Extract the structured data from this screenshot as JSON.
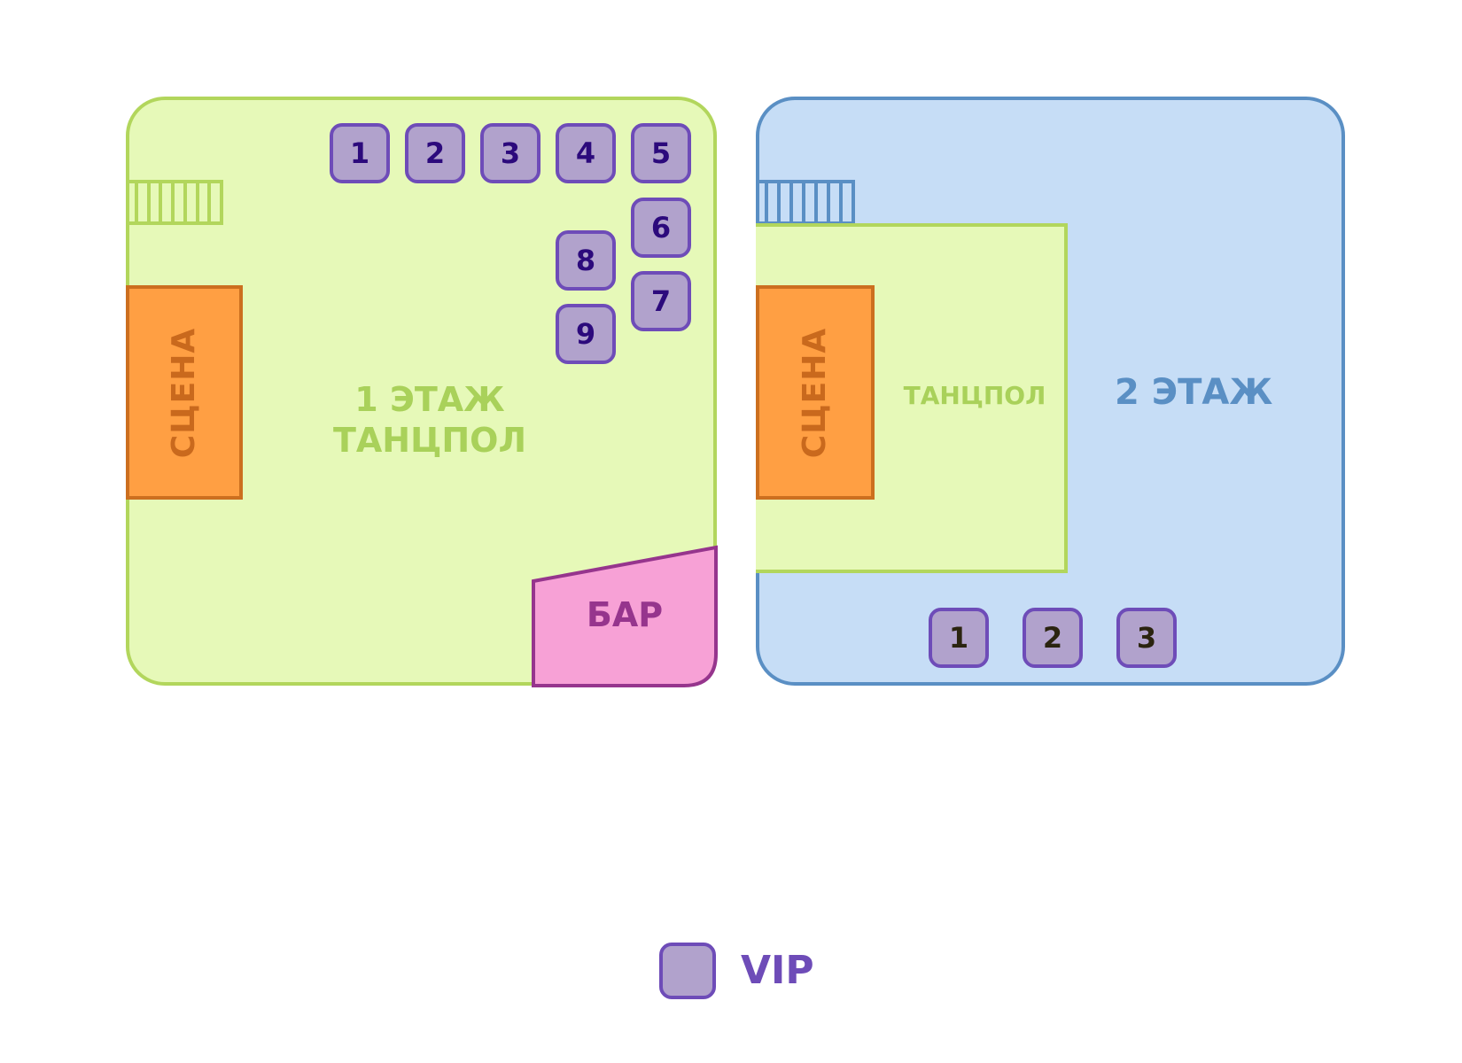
{
  "map": {
    "floor1": {
      "title_line1": "1 ЭТАЖ",
      "title_line2": "ТАНЦПОЛ",
      "stage_label": "СЦЕНА",
      "bar_label": "БАР",
      "vip_tables": [
        "1",
        "2",
        "3",
        "4",
        "5",
        "6",
        "7",
        "8",
        "9"
      ]
    },
    "floor2": {
      "title": "2 ЭТАЖ",
      "dancefloor_label": "ТАНЦПОЛ",
      "stage_label": "СЦЕНА",
      "vip_tables": [
        "1",
        "2",
        "3"
      ]
    },
    "legend": {
      "vip_label": "VIP"
    },
    "colors": {
      "floor1_fill": "#e6f9b8",
      "floor1_border": "#b2d65c",
      "floor2_fill": "#c6ddf6",
      "floor2_border": "#5a8fc4",
      "stage_fill": "#ff9f43",
      "bar_fill": "#f7a1d6",
      "vip_fill": "#b1a2cc",
      "vip_border": "#6e4cb8"
    }
  }
}
